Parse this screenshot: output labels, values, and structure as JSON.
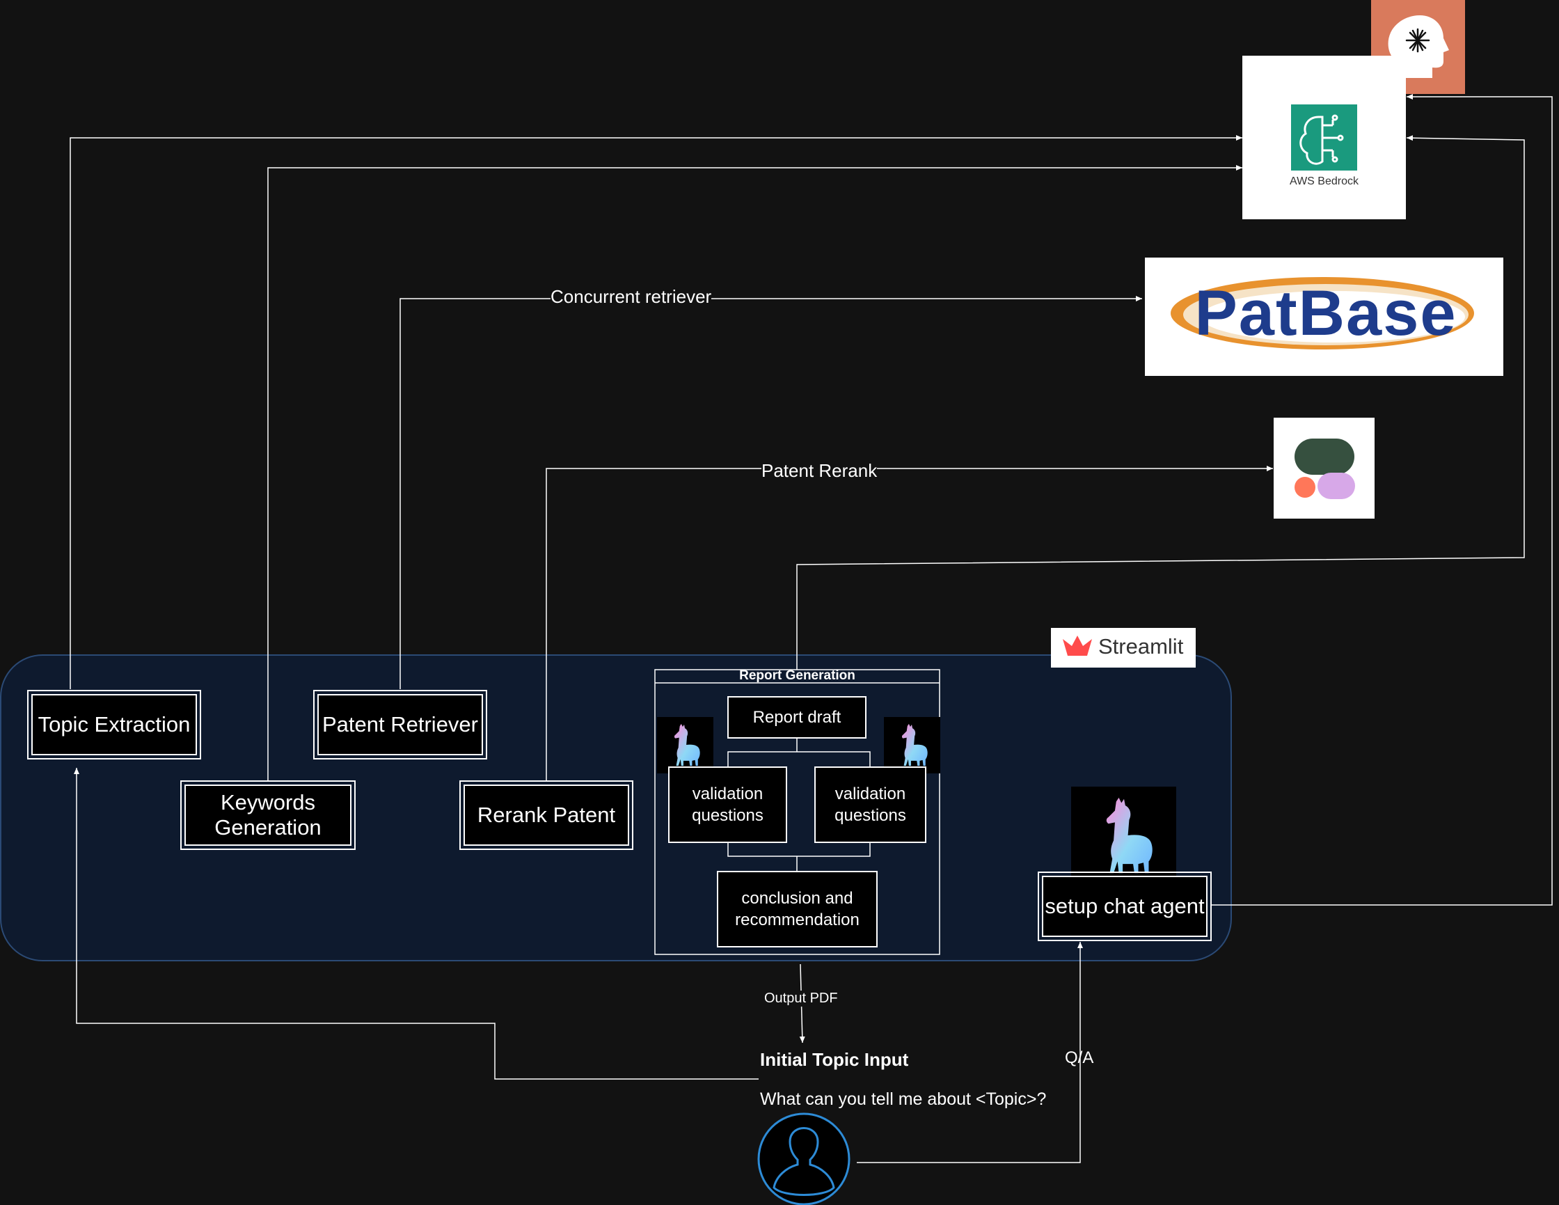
{
  "streamlit_badge": {
    "label": "Streamlit",
    "accent": "#ff4b4b"
  },
  "nodes": {
    "topic_extraction": "Topic Extraction",
    "keywords_generation": "Keywords\nGeneration",
    "patent_retriever": "Patent Retriever",
    "rerank_patent": "Rerank Patent",
    "setup_chat_agent": "setup chat agent"
  },
  "report_generation": {
    "title": "Report Generation",
    "report_draft": "Report draft",
    "validation_left": "validation\nquestions",
    "validation_right": "validation\nquestions",
    "conclusion": "conclusion and\nrecommendation"
  },
  "edge_labels": {
    "concurrent_retriever": "Concurrent retriever",
    "patent_rerank": "Patent Rerank",
    "output_pdf": "Output PDF",
    "qa": "Q/A"
  },
  "user": {
    "heading": "Initial Topic Input",
    "question": "What can you tell me about <Topic>?"
  },
  "services": {
    "bedrock_label": "AWS Bedrock",
    "patbase_logo": "PatBase",
    "anthropic_icon": "anthropic-head-icon",
    "cohere_icon": "cohere-logo-icon",
    "llama_icon": "llama-icon"
  },
  "colors": {
    "background": "#121212",
    "streamlit_area": "#0e1a2e",
    "streamlit_border": "#2b4a75",
    "bedrock_green": "#1a9a7e",
    "anthropic_orange": "#d97a5c",
    "patbase_blue": "#1e3c8c",
    "patbase_orange": "#e8922e",
    "cohere_dark": "#36503f",
    "cohere_coral": "#ff7759",
    "cohere_lilac": "#d7a8e8",
    "user_blue": "#2d8bd6"
  }
}
